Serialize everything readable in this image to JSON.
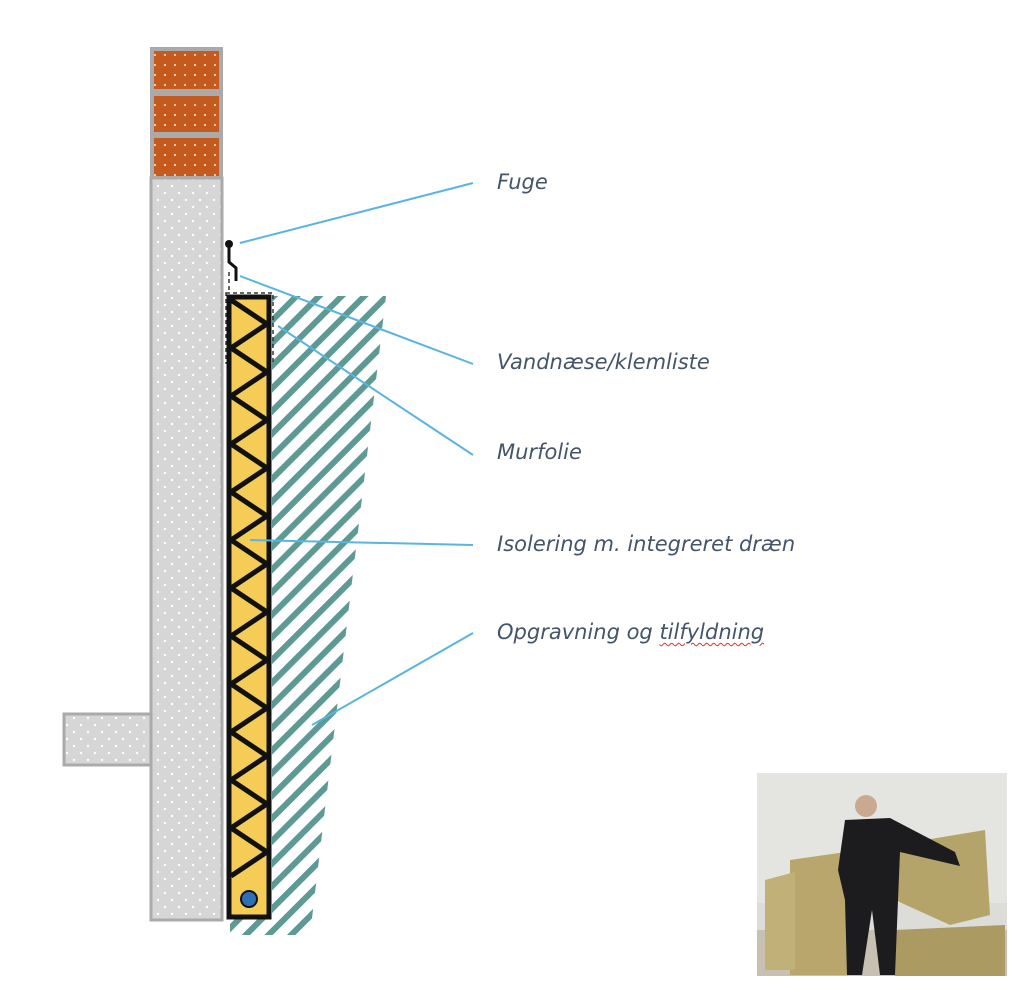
{
  "labels": {
    "fuge": "Fuge",
    "vandnaese": "Vandnæse/klemliste",
    "murfolie": "Murfolie",
    "isolering": "Isolering m. integreret dræn",
    "opgravning_prefix": "Opgravning og ",
    "opgravning_flagged": "tilfyldning"
  },
  "colors": {
    "brick": "#c55a1e",
    "concrete": "#d4d4d4",
    "insulation": "#f5cc55",
    "hatch": "#5e9a94",
    "leader": "#5ab4e0",
    "drain": "#2e6fb6",
    "label_text": "#44546a"
  }
}
